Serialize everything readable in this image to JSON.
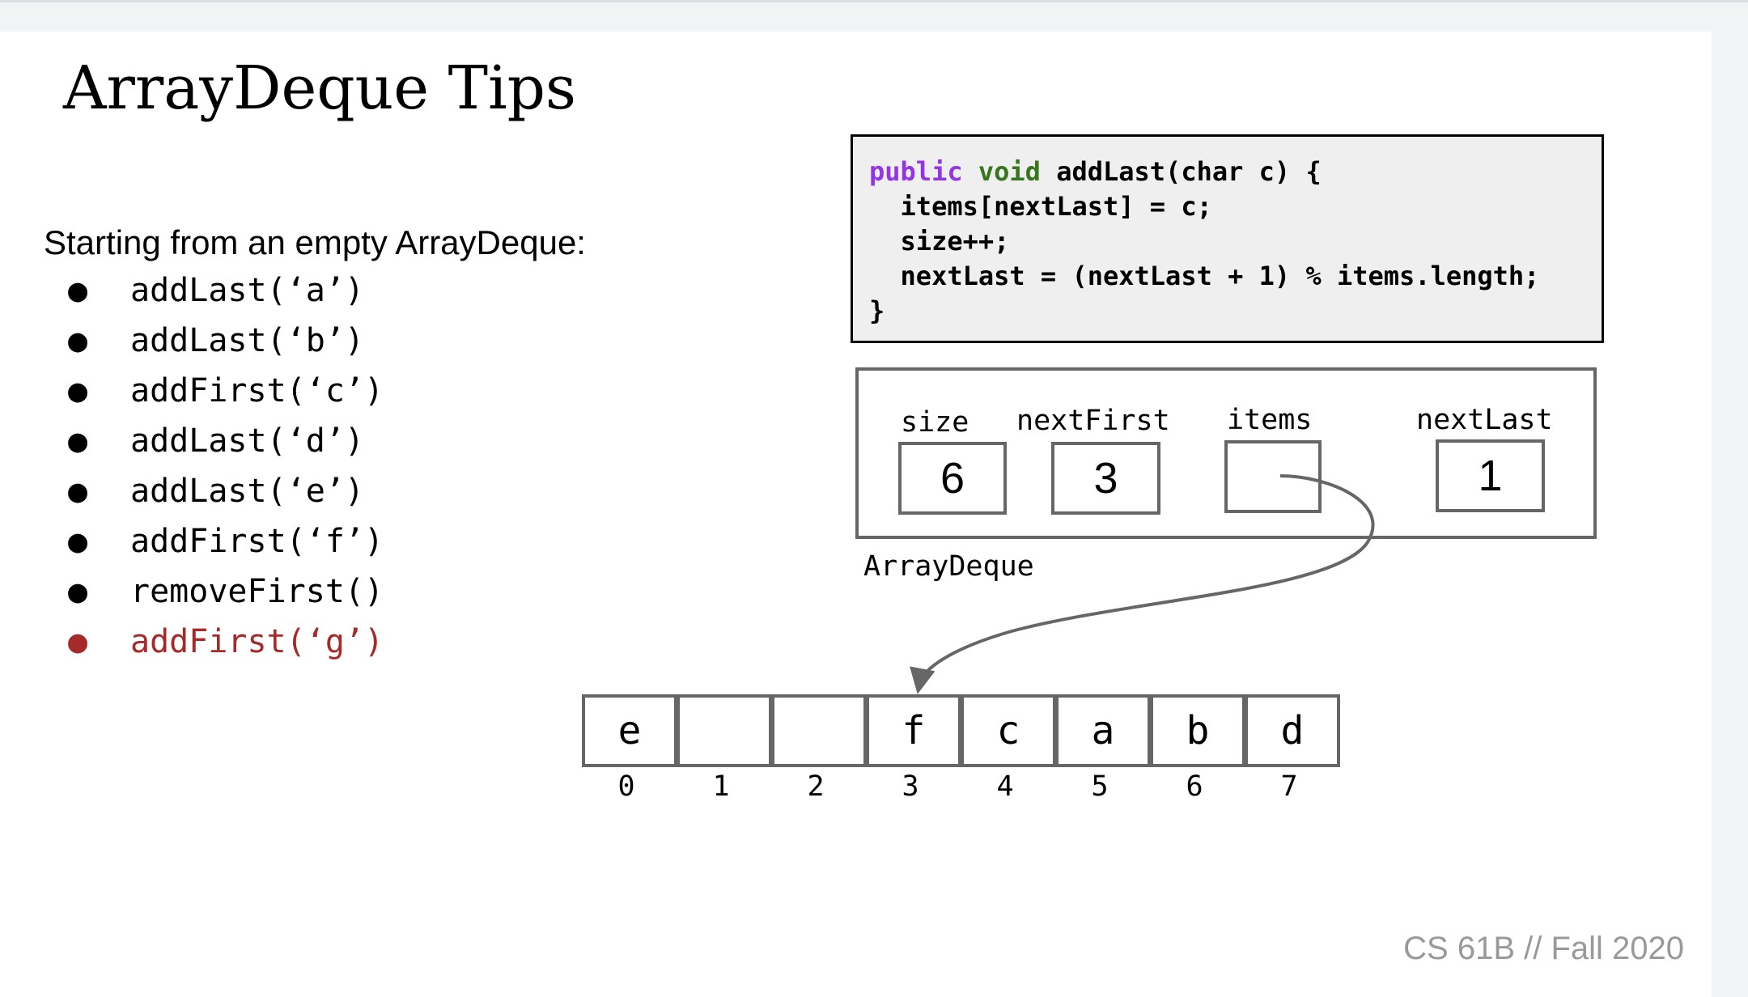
{
  "title": "ArrayDeque Tips",
  "intro": "Starting from an empty ArrayDeque:",
  "operations": [
    "addLast(‘a’)",
    "addLast(‘b’)",
    "addFirst(‘c’)",
    "addLast(‘d’)",
    "addLast(‘e’)",
    "addFirst(‘f’)",
    "removeFirst()",
    "addFirst(‘g’)"
  ],
  "highlighted_operation_index": 7,
  "bullet": "●",
  "code": {
    "kw_public": "public",
    "kw_void": "void",
    "line1_rest": " addLast(char c) {",
    "line2": "  items[nextLast] = c;",
    "line3": "  size++;",
    "line4": "  nextLast = (nextLast + 1) % items.length;",
    "line5": "}"
  },
  "deque": {
    "caption": "ArrayDeque",
    "size_label": "size",
    "size_value": "6",
    "nextFirst_label": "nextFirst",
    "nextFirst_value": "3",
    "items_label": "items",
    "nextLast_label": "nextLast",
    "nextLast_value": "1"
  },
  "array": {
    "cells": [
      "e",
      "",
      "",
      "f",
      "c",
      "a",
      "b",
      "d"
    ],
    "indices": [
      "0",
      "1",
      "2",
      "3",
      "4",
      "5",
      "6",
      "7"
    ]
  },
  "footer": "CS 61B // Fall 2020",
  "colors": {
    "highlight": "#a52a2a",
    "keyword_public": "#9334e6",
    "keyword_void": "#38761d",
    "box_border": "#666666",
    "code_bg": "#efefef"
  }
}
